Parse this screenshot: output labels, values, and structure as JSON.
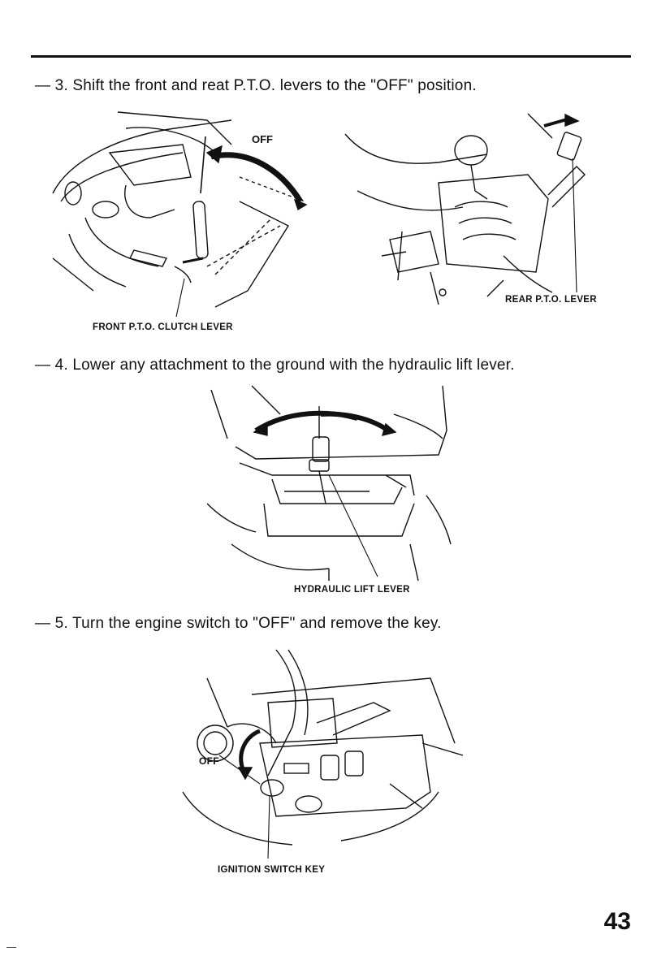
{
  "steps": [
    {
      "id": "step3",
      "text": "— 3. Shift the front and reat P.T.O. levers to the \"OFF\" position."
    },
    {
      "id": "step4",
      "text": "— 4. Lower any attachment to the ground with the hydraulic lift lever."
    },
    {
      "id": "step5",
      "text": "— 5. Turn the engine switch to \"OFF\" and remove the key."
    }
  ],
  "figures": {
    "front_pto": {
      "callout": "OFF",
      "label": "FRONT P.T.O. CLUTCH LEVER"
    },
    "rear_pto": {
      "label": "REAR P.T.O. LEVER"
    },
    "hydraulic": {
      "label": "HYDRAULIC LIFT LEVER"
    },
    "ignition": {
      "callout": "OFF",
      "label": "IGNITION SWITCH KEY"
    }
  },
  "page_number": "43"
}
